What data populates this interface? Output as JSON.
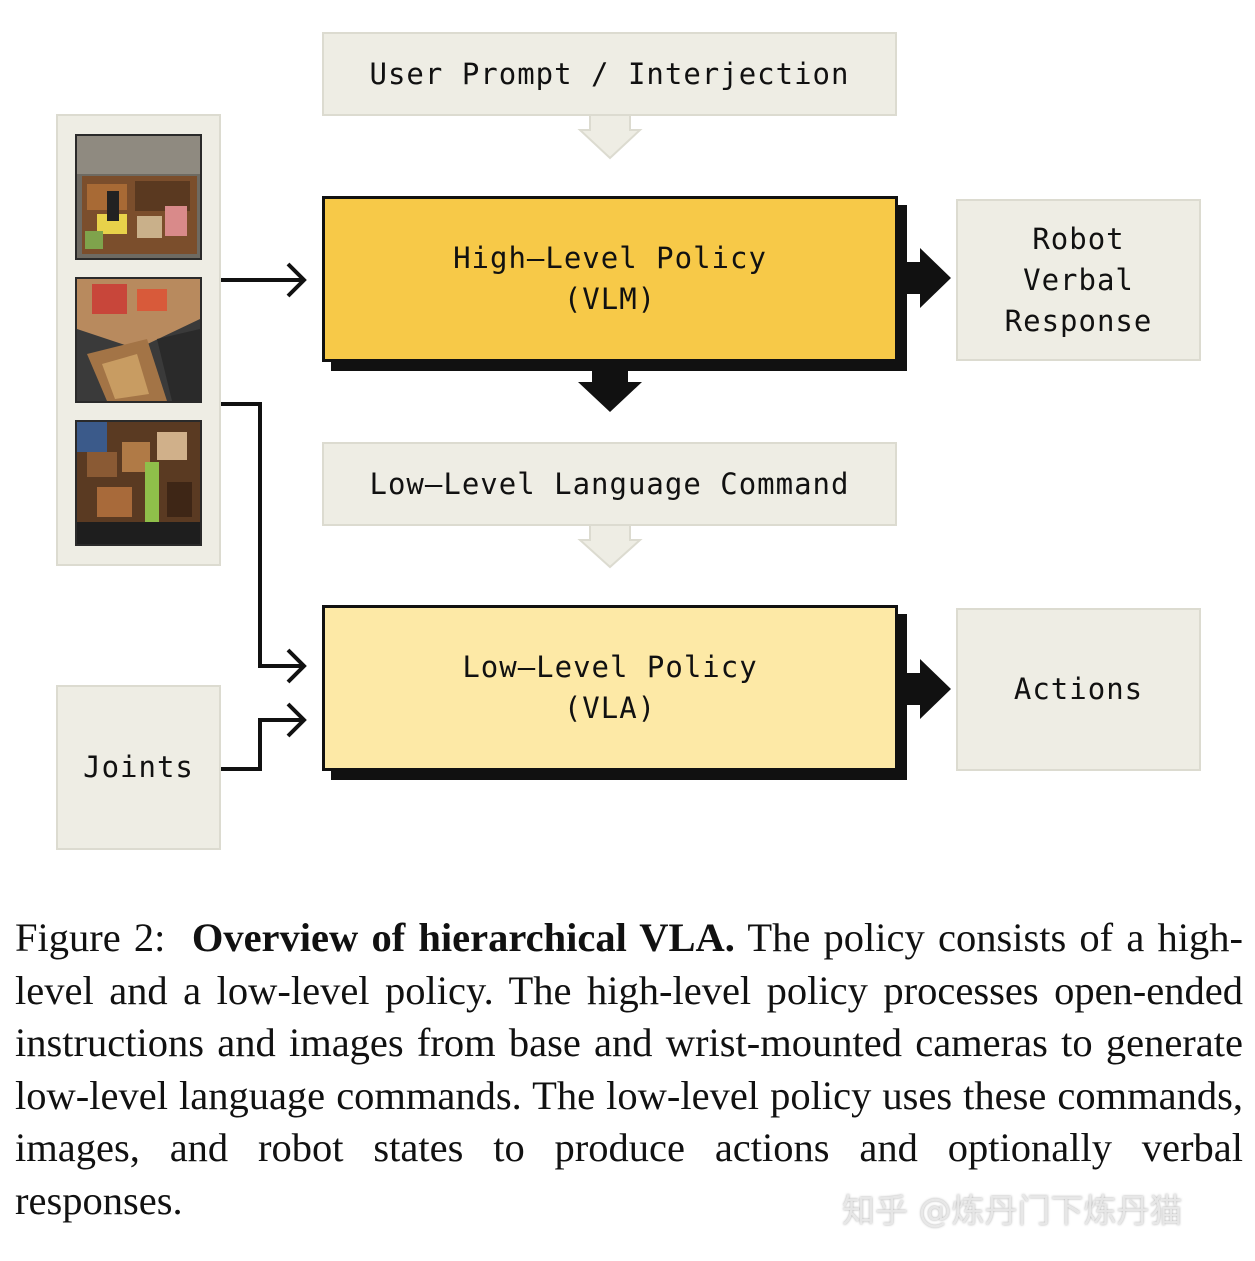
{
  "diagram": {
    "user_prompt": "User Prompt / Interjection",
    "high_level_policy": {
      "line1": "High–Level Policy",
      "line2": "(VLM)"
    },
    "robot_response": {
      "line1": "Robot",
      "line2": "Verbal",
      "line3": "Response"
    },
    "low_level_command": "Low–Level Language Command",
    "low_level_policy": {
      "line1": "Low–Level Policy",
      "line2": "(VLA)"
    },
    "actions": "Actions",
    "joints": "Joints",
    "camera_images": [
      "base-camera-photo",
      "wrist-camera-photo-1",
      "wrist-camera-photo-2"
    ]
  },
  "caption": {
    "figure_label": "Figure 2:",
    "title": "Overview of hierarchical VLA.",
    "text": "The policy consists of a high-level and a low-level policy. The high-level policy processes open-ended instructions and images from base and wrist-mounted cameras to generate low-level language commands. The low-level policy uses these commands, images, and robot states to produce actions and optionally verbal responses."
  },
  "watermark": "知乎 @炼丹门下炼丹猫",
  "colors": {
    "high_level_fill": "#f7c948",
    "low_level_fill": "#fde9a6",
    "gray_box": "#eeede4",
    "arrow": "#111111"
  }
}
